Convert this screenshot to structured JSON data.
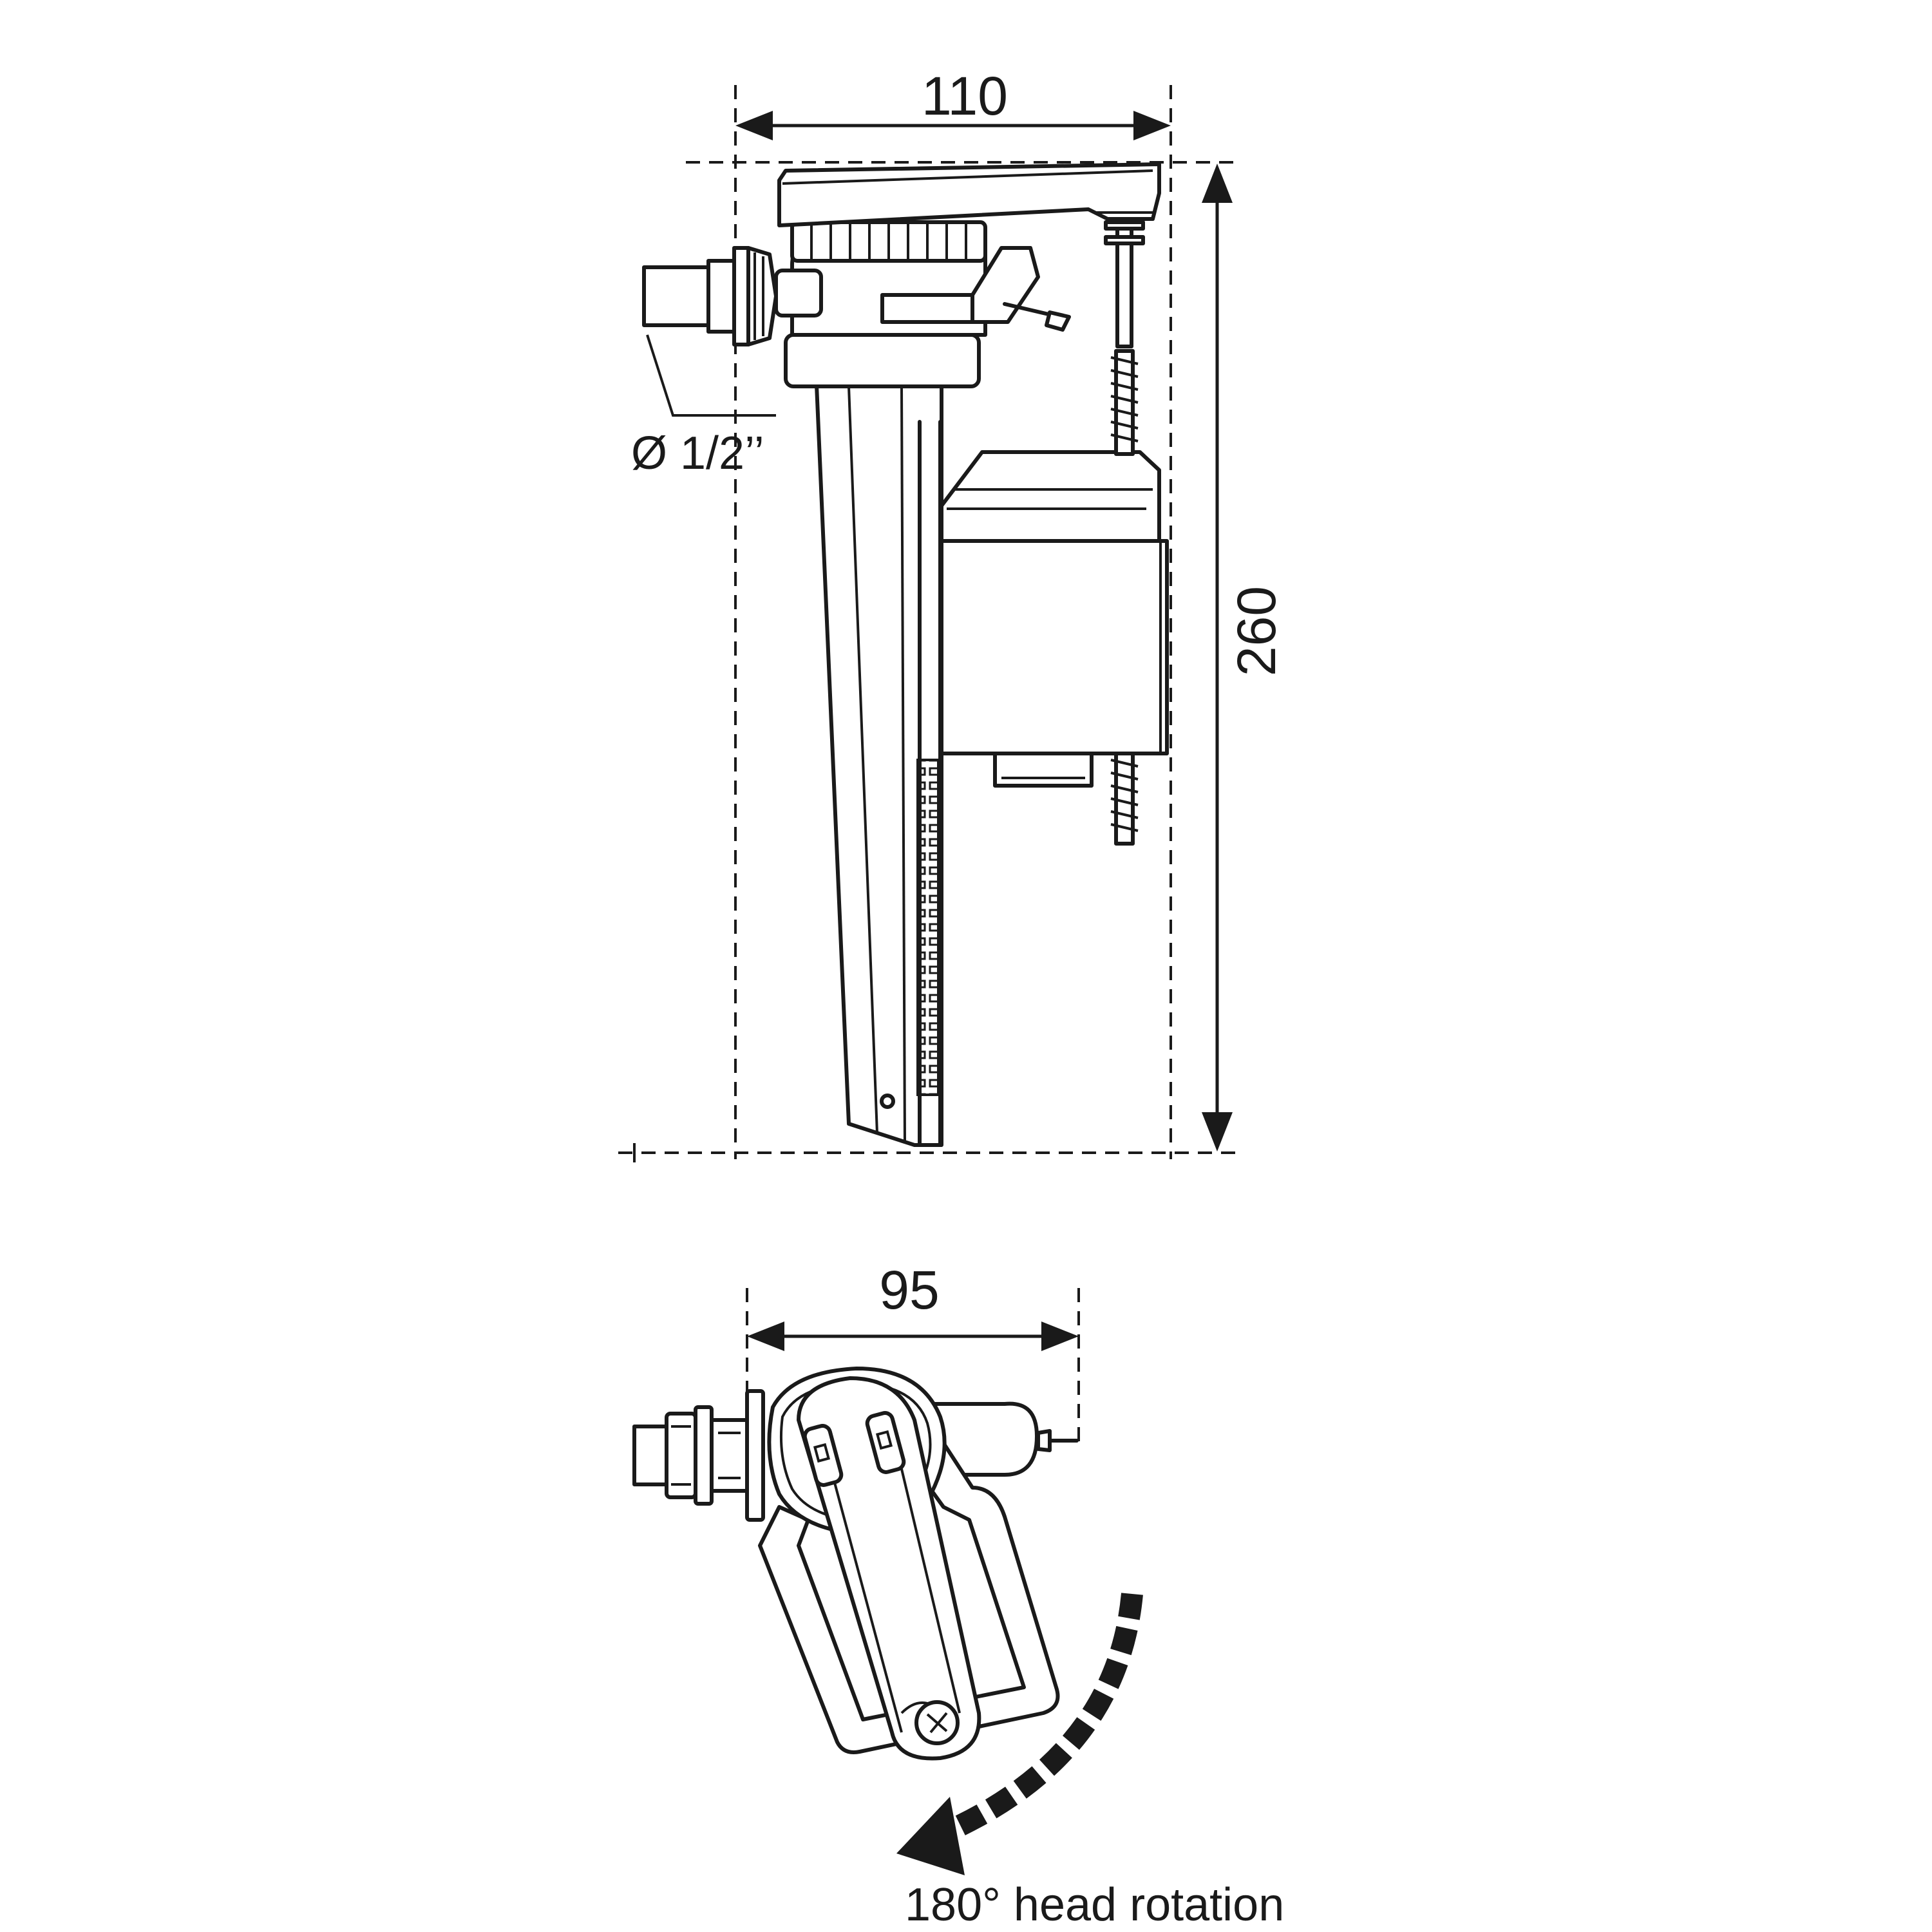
{
  "side_view": {
    "width_dimension": "110",
    "height_dimension": "260",
    "inlet_label": "Ø 1/2’’"
  },
  "top_view": {
    "width_dimension": "95",
    "rotation_label": "180° head rotation"
  },
  "colors": {
    "line": "#1a1a1a",
    "background": "#ffffff"
  },
  "icons": [
    "rotation-arrow-icon"
  ]
}
